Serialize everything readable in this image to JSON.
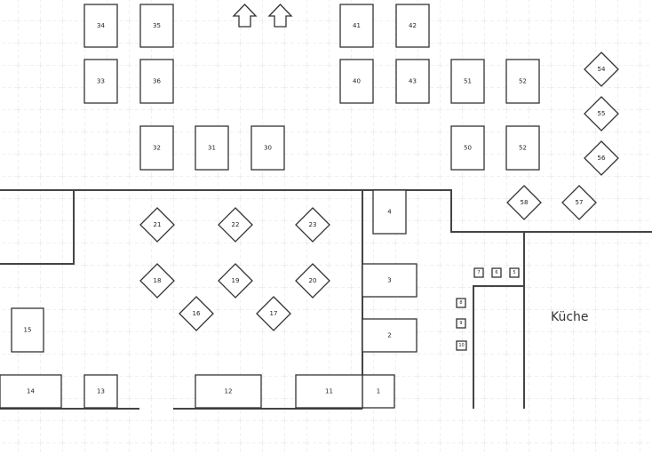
{
  "kitchen_label": "Küche",
  "tables": {
    "t34": "34",
    "t35": "35",
    "t33": "33",
    "t36": "36",
    "t32": "32",
    "t31": "31",
    "t30": "30",
    "t41": "41",
    "t42": "42",
    "t40": "40",
    "t43": "43",
    "t51": "51",
    "t52a": "52",
    "t50": "50",
    "t52b": "52",
    "t54": "54",
    "t55": "55",
    "t56": "56",
    "t58": "58",
    "t57": "57",
    "t4": "4",
    "t3": "3",
    "t2": "2",
    "t1": "1",
    "t21": "21",
    "t22": "22",
    "t23": "23",
    "t18": "18",
    "t19": "19",
    "t20": "20",
    "t16": "16",
    "t17": "17",
    "t15": "15",
    "t14": "14",
    "t13": "13",
    "t12": "12",
    "t11": "11",
    "t7": "7",
    "t6": "6",
    "t5": "5",
    "t8": "8",
    "t9": "9",
    "t10": "10"
  },
  "icons": [
    "arrow-up-icon",
    "arrow-up-icon"
  ]
}
